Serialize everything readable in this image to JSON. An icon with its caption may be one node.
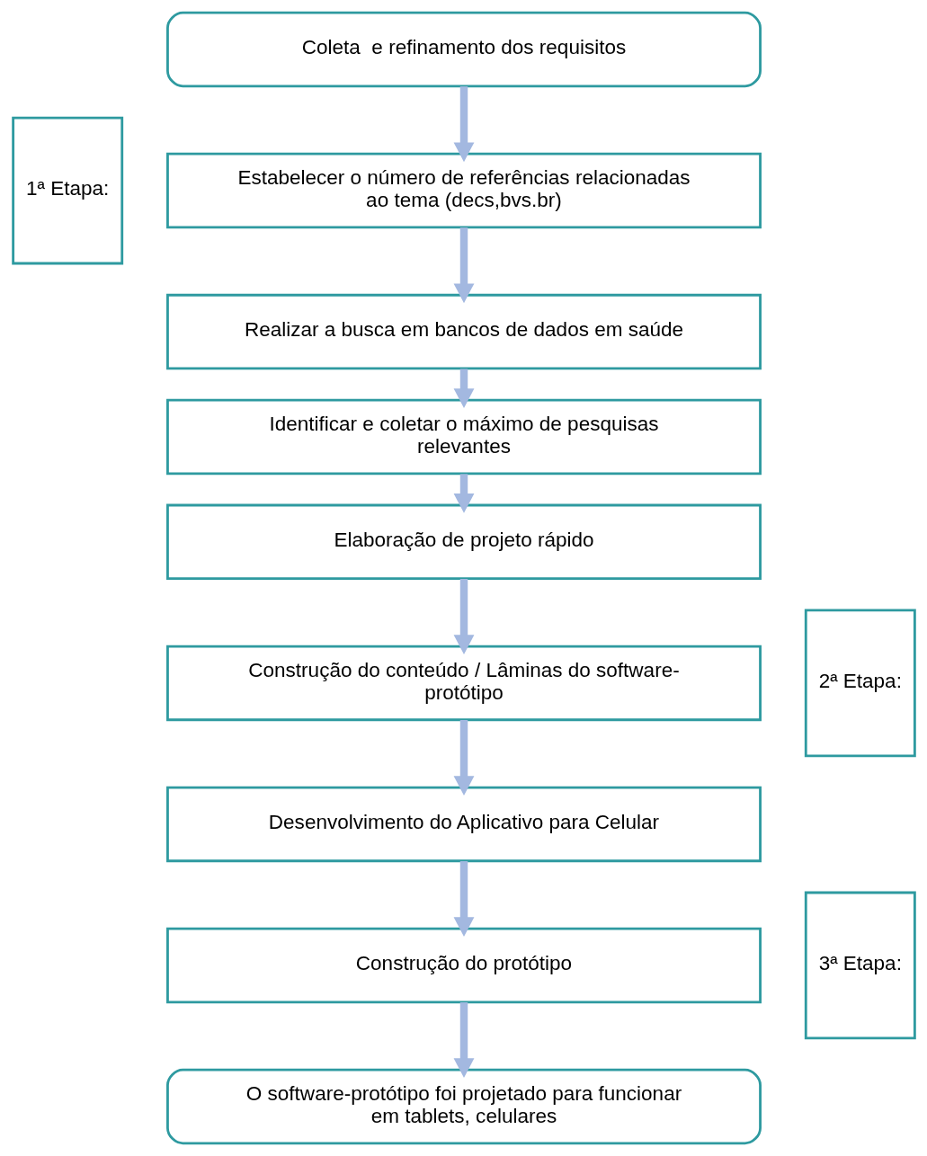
{
  "diagram": {
    "nodes": [
      {
        "text": [
          "1ª Etapa:"
        ]
      },
      {
        "text": [
          "Coleta  e refinamento dos requisitos"
        ]
      },
      {
        "text": [
          "Estabelecer o número de referências relacionadas ao tema (decs,bvs.br)"
        ]
      },
      {
        "text": [
          "Realizar a busca em bancos de dados em saúde"
        ]
      },
      {
        "text": [
          "Identificar e coletar o máximo de pesquisas relevantes"
        ]
      },
      {
        "text": [
          "2ª Etapa:"
        ]
      },
      {
        "text": [
          "Elaboração de projeto rápido"
        ]
      },
      {
        "text": [
          "Construção do conteúdo / Lâminas do software-protótipo"
        ]
      },
      {
        "text": [
          "Desenvolvimento do Aplicativo para Celular"
        ]
      },
      {
        "text": [
          "3ª Etapa:"
        ]
      },
      {
        "text": [
          "Construção do protótipo"
        ]
      },
      {
        "text": [
          "O software-protótipo foi projetado para funcionar em tablets, celulares"
        ]
      }
    ],
    "edges": [
      {
        "from": 1,
        "to": 2,
        "arrow": "to"
      },
      {
        "from": 2,
        "to": 3,
        "arrow": "to"
      },
      {
        "from": 3,
        "to": 4,
        "arrow": "to"
      },
      {
        "from": 4,
        "to": 6,
        "arrow": "to"
      },
      {
        "from": 6,
        "to": 7,
        "arrow": "to"
      },
      {
        "from": 7,
        "to": 8,
        "arrow": "to"
      },
      {
        "from": 8,
        "to": 10,
        "arrow": "to"
      },
      {
        "from": 10,
        "to": 11,
        "arrow": "to"
      }
    ]
  }
}
